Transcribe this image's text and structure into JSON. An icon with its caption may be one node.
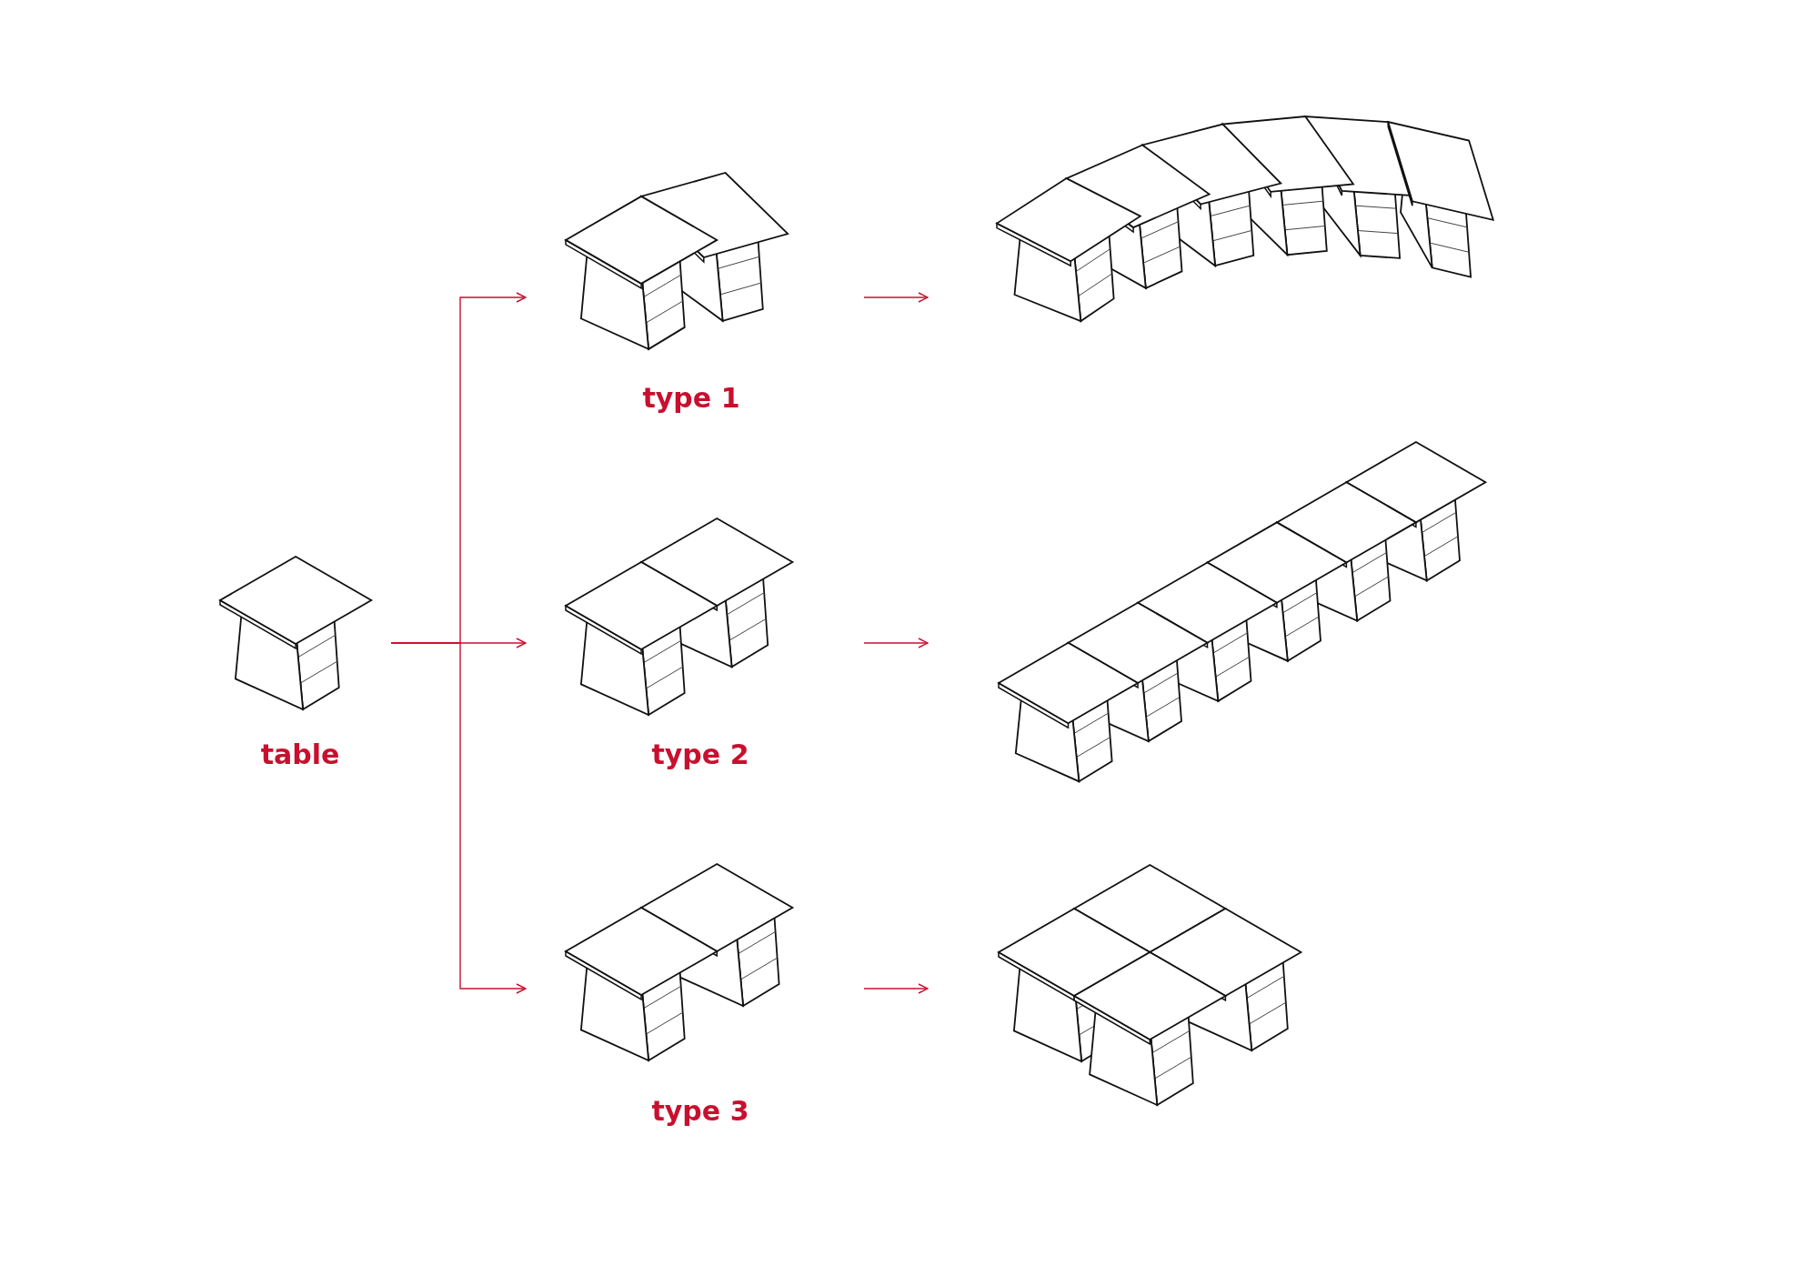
{
  "diagram": {
    "nodes": [
      {
        "text": [
          "table"
        ]
      },
      {
        "text": [
          "type 1"
        ]
      },
      {
        "text": [
          "type 2"
        ]
      },
      {
        "text": [
          "type 3"
        ]
      },
      {
        "text": [],
        "shape": "picture"
      },
      {
        "text": [],
        "shape": "picture"
      },
      {
        "text": [],
        "shape": "picture"
      }
    ],
    "edges": [
      {
        "from": 0,
        "to": 1,
        "arrow": "to"
      },
      {
        "from": 0,
        "to": 2,
        "arrow": "to"
      },
      {
        "from": 0,
        "to": 3,
        "arrow": "to"
      },
      {
        "from": 1,
        "to": 4,
        "arrow": "to"
      },
      {
        "from": 2,
        "to": 5,
        "arrow": "to"
      },
      {
        "from": 3,
        "to": 6,
        "arrow": "to"
      }
    ]
  }
}
